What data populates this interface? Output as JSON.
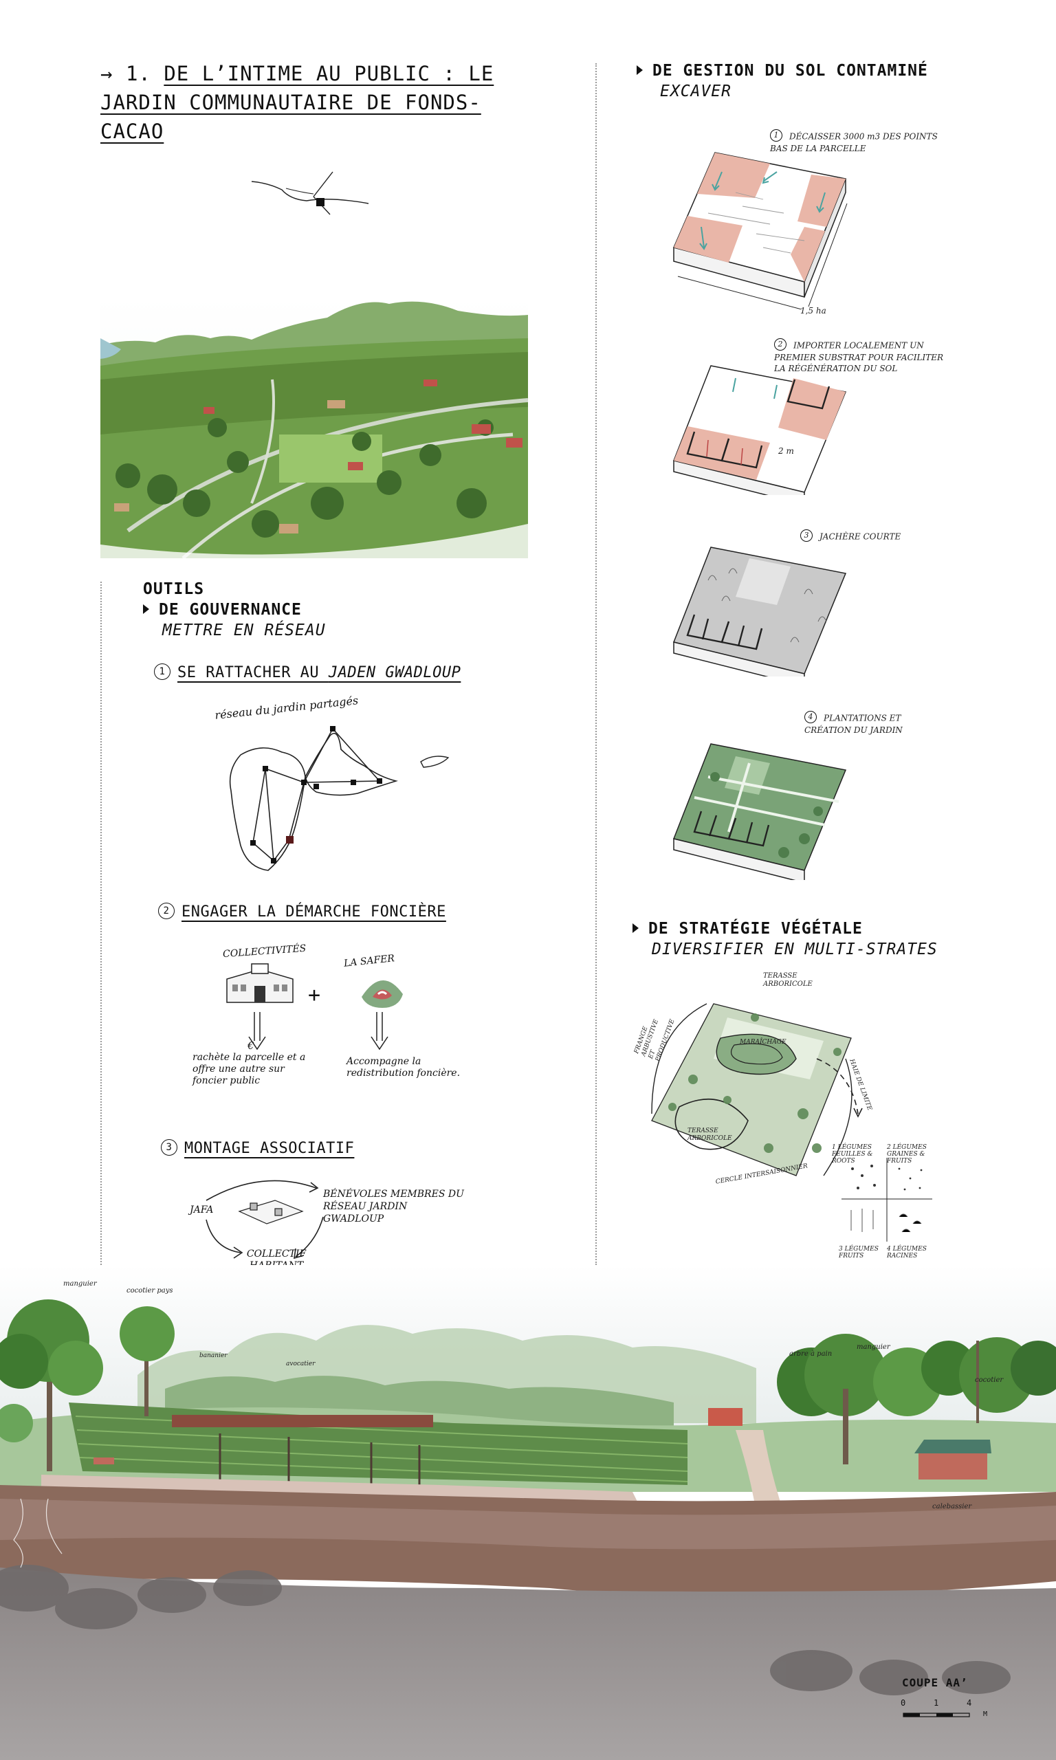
{
  "title": {
    "arrow": "→",
    "line1_prefix": "1. ",
    "line1_underlined": "DE L’INTIME AU PUBLIC : LE",
    "line2": "JARDIN COMMUNAUTAIRE DE FONDS-CACAO"
  },
  "outils": {
    "label": "OUTILS",
    "governance_heading": "DE GOUVERNANCE",
    "governance_sub": "METTRE EN RÉSEAU",
    "tool1": {
      "num": "1",
      "text_plain": "SE RATTACHER AU ",
      "text_italic": "JADEN GWADLOUP",
      "map_caption": "réseau du jardin partagés"
    },
    "tool2": {
      "num": "2",
      "text": "ENGAGER LA DÉMARCHE FONCIÈRE",
      "left_label": "COLLECTIVITÉS",
      "right_label": "LA SAFER",
      "plus": "+",
      "euro": "€",
      "left_note": "rachète la parcelle et a offre une autre sur foncier public",
      "right_note": "Accompagne la redistribution foncière."
    },
    "tool3": {
      "num": "3",
      "text": "MONTAGE ASSOCIATIF",
      "left": "JAFA",
      "right": "BÉNÉVOLES MEMBRES DU RÉSEAU JARDIN GWADLOUP",
      "bottom": "COLLECTIF HABITANT"
    }
  },
  "soil": {
    "heading": "DE GESTION DU SOL CONTAMINÉ",
    "sub": "EXCAVER",
    "steps": [
      {
        "num": "1",
        "text": "DÉCAISSER 3000 m3 DES POINTS BAS DE LA PARCELLE",
        "dim": "1,5 ha"
      },
      {
        "num": "2",
        "text": "IMPORTER LOCALEMENT UN PREMIER SUBSTRAT POUR FACILITER LA RÉGÉNÉRATION DU SOL",
        "dim": "2 m"
      },
      {
        "num": "3",
        "text": "JACHÈRE COURTE"
      },
      {
        "num": "4",
        "text": "PLANTATIONS ET CRÉATION DU JARDIN"
      }
    ]
  },
  "vegetal": {
    "heading": "DE STRATÉGIE VÉGÉTALE",
    "sub": "DIVERSIFIER EN MULTI-STRATES",
    "labels": [
      "TERASSE ARBORICOLE",
      "FRANGE ARBUSTIVE ET PRODUCTIVE",
      "MARAÎCHAGE",
      "HAIE DE LIMITE",
      "CERCLE INTERSAISONNIER",
      "TERASSE ARBORICOLE"
    ],
    "legend": [
      "1 LÉGUMES FEUILLES & ROOTS",
      "2 LÉGUMES GRAINES & FRUITS",
      "3 LÉGUMES FRUITS",
      "4 LÉGUMES RACINES"
    ]
  },
  "section": {
    "label": "COUPE AA’",
    "scale": [
      "0",
      "1",
      "4"
    ],
    "unit": "M",
    "tree_labels": [
      "manguier",
      "cocotier pays",
      "bananier",
      "arbre à pain",
      "manguier",
      "avocatier",
      "cocotier",
      "calebassier"
    ]
  },
  "colors": {
    "pink_soil": "#e9b6a8",
    "green_garden": "#6f9a6c",
    "grey_rock": "#8c8888",
    "brown_soil": "#8b6a5c",
    "sky": "#eef1f2"
  }
}
